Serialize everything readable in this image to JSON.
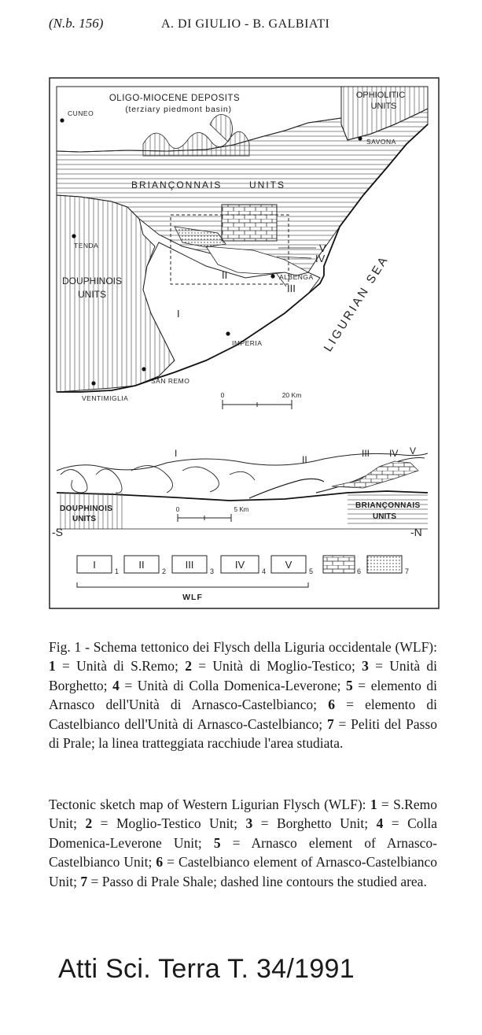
{
  "header": {
    "ref": "(N.b. 156)",
    "authors": "A. DI GIULIO - B. GALBIATI"
  },
  "map": {
    "labels": {
      "oligo": "OLIGO-MIOCENE DEPOSITS",
      "oligo_sub": "(terziary piedmont basin)",
      "ophiolitic1": "OPHIOLITIC",
      "ophiolitic2": "UNITS",
      "brianconnais": "BRIANÇONNAIS",
      "units": "UNITS",
      "douphinois1": "DOUPHINOIS",
      "douphinois2": "UNITS",
      "sea": "LIGURIAN SEA",
      "roman_I": "I",
      "roman_II": "II",
      "roman_III": "III",
      "roman_IV": "IV",
      "roman_V": "V",
      "scale_0": "0",
      "scale_20": "20 Km"
    },
    "cities": {
      "cuneo": "CUNEO",
      "savona": "SAVONA",
      "tenda": "TENDA",
      "albenga": "ALBENGA",
      "imperia": "IMPERIA",
      "sanremo": "SAN REMO",
      "ventimiglia": "VENTIMIGLIA"
    }
  },
  "section": {
    "douphinois1": "DOUPHINOIS",
    "douphinois2": "UNITS",
    "brianconnais1": "BRIANÇONNAIS",
    "brianconnais2": "UNITS",
    "south": "-S",
    "north": "-N",
    "scale_0": "0",
    "scale_5": "5 Km",
    "roman_I": "I",
    "roman_II": "II",
    "roman_III": "III",
    "roman_IV": "IV",
    "roman_V": "V"
  },
  "legend": {
    "boxes": [
      "I",
      "II",
      "III",
      "IV",
      "V"
    ],
    "numbers": [
      "1",
      "2",
      "3",
      "4",
      "5",
      "6",
      "7"
    ],
    "group_label": "WLF"
  },
  "caption_it": {
    "p1": "Fig. 1 - Schema tettonico dei Flysch della Liguria occidentale (WLF): ",
    "n1": "1",
    "t1": " = Unità di S.Remo; ",
    "n2": "2",
    "t2": " = Unità di Moglio-Testico; ",
    "n3": "3",
    "t3": " = Unità di Borghetto; ",
    "n4": "4",
    "t4": " = Unità di Colla Domenica-Leverone; ",
    "n5": "5",
    "t5": " = elemento di Arnasco dell'Unità di Arnasco-Castelbianco; ",
    "n6": "6",
    "t6": " = elemento di Castelbianco dell'Unità di Arnasco-Castelbianco; ",
    "n7": "7",
    "t7": " = Peliti del Passo di Prale; la linea tratteggiata racchiude l'area studiata."
  },
  "caption_en": {
    "p1": "Tectonic sketch map of Western Ligurian Flysch (WLF): ",
    "n1": "1",
    "t1": " = S.Remo Unit; ",
    "n2": "2",
    "t2": " = Moglio-Testico Unit; ",
    "n3": "3",
    "t3": " = Borghetto Unit; ",
    "n4": "4",
    "t4": " = Colla Domenica-Leverone Unit; ",
    "n5": "5",
    "t5": " = Arnasco element of Arnasco-Castelbianco Unit; ",
    "n6": "6",
    "t6": " = Castelbianco element of Arnasco-Castelbianco Unit; ",
    "n7": "7",
    "t7": " = Passo di Prale Shale; dashed line contours the studied area."
  },
  "footer": "Atti Sci. Terra  T. 34/1991"
}
